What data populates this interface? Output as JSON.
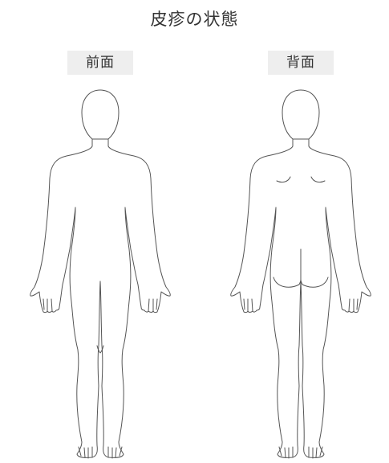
{
  "title": "皮疹の状態",
  "views": {
    "front": {
      "label": "前面"
    },
    "back": {
      "label": "背面"
    }
  },
  "colors": {
    "label_background": "#eeeeee",
    "outline": "#555555",
    "text": "#333333"
  }
}
